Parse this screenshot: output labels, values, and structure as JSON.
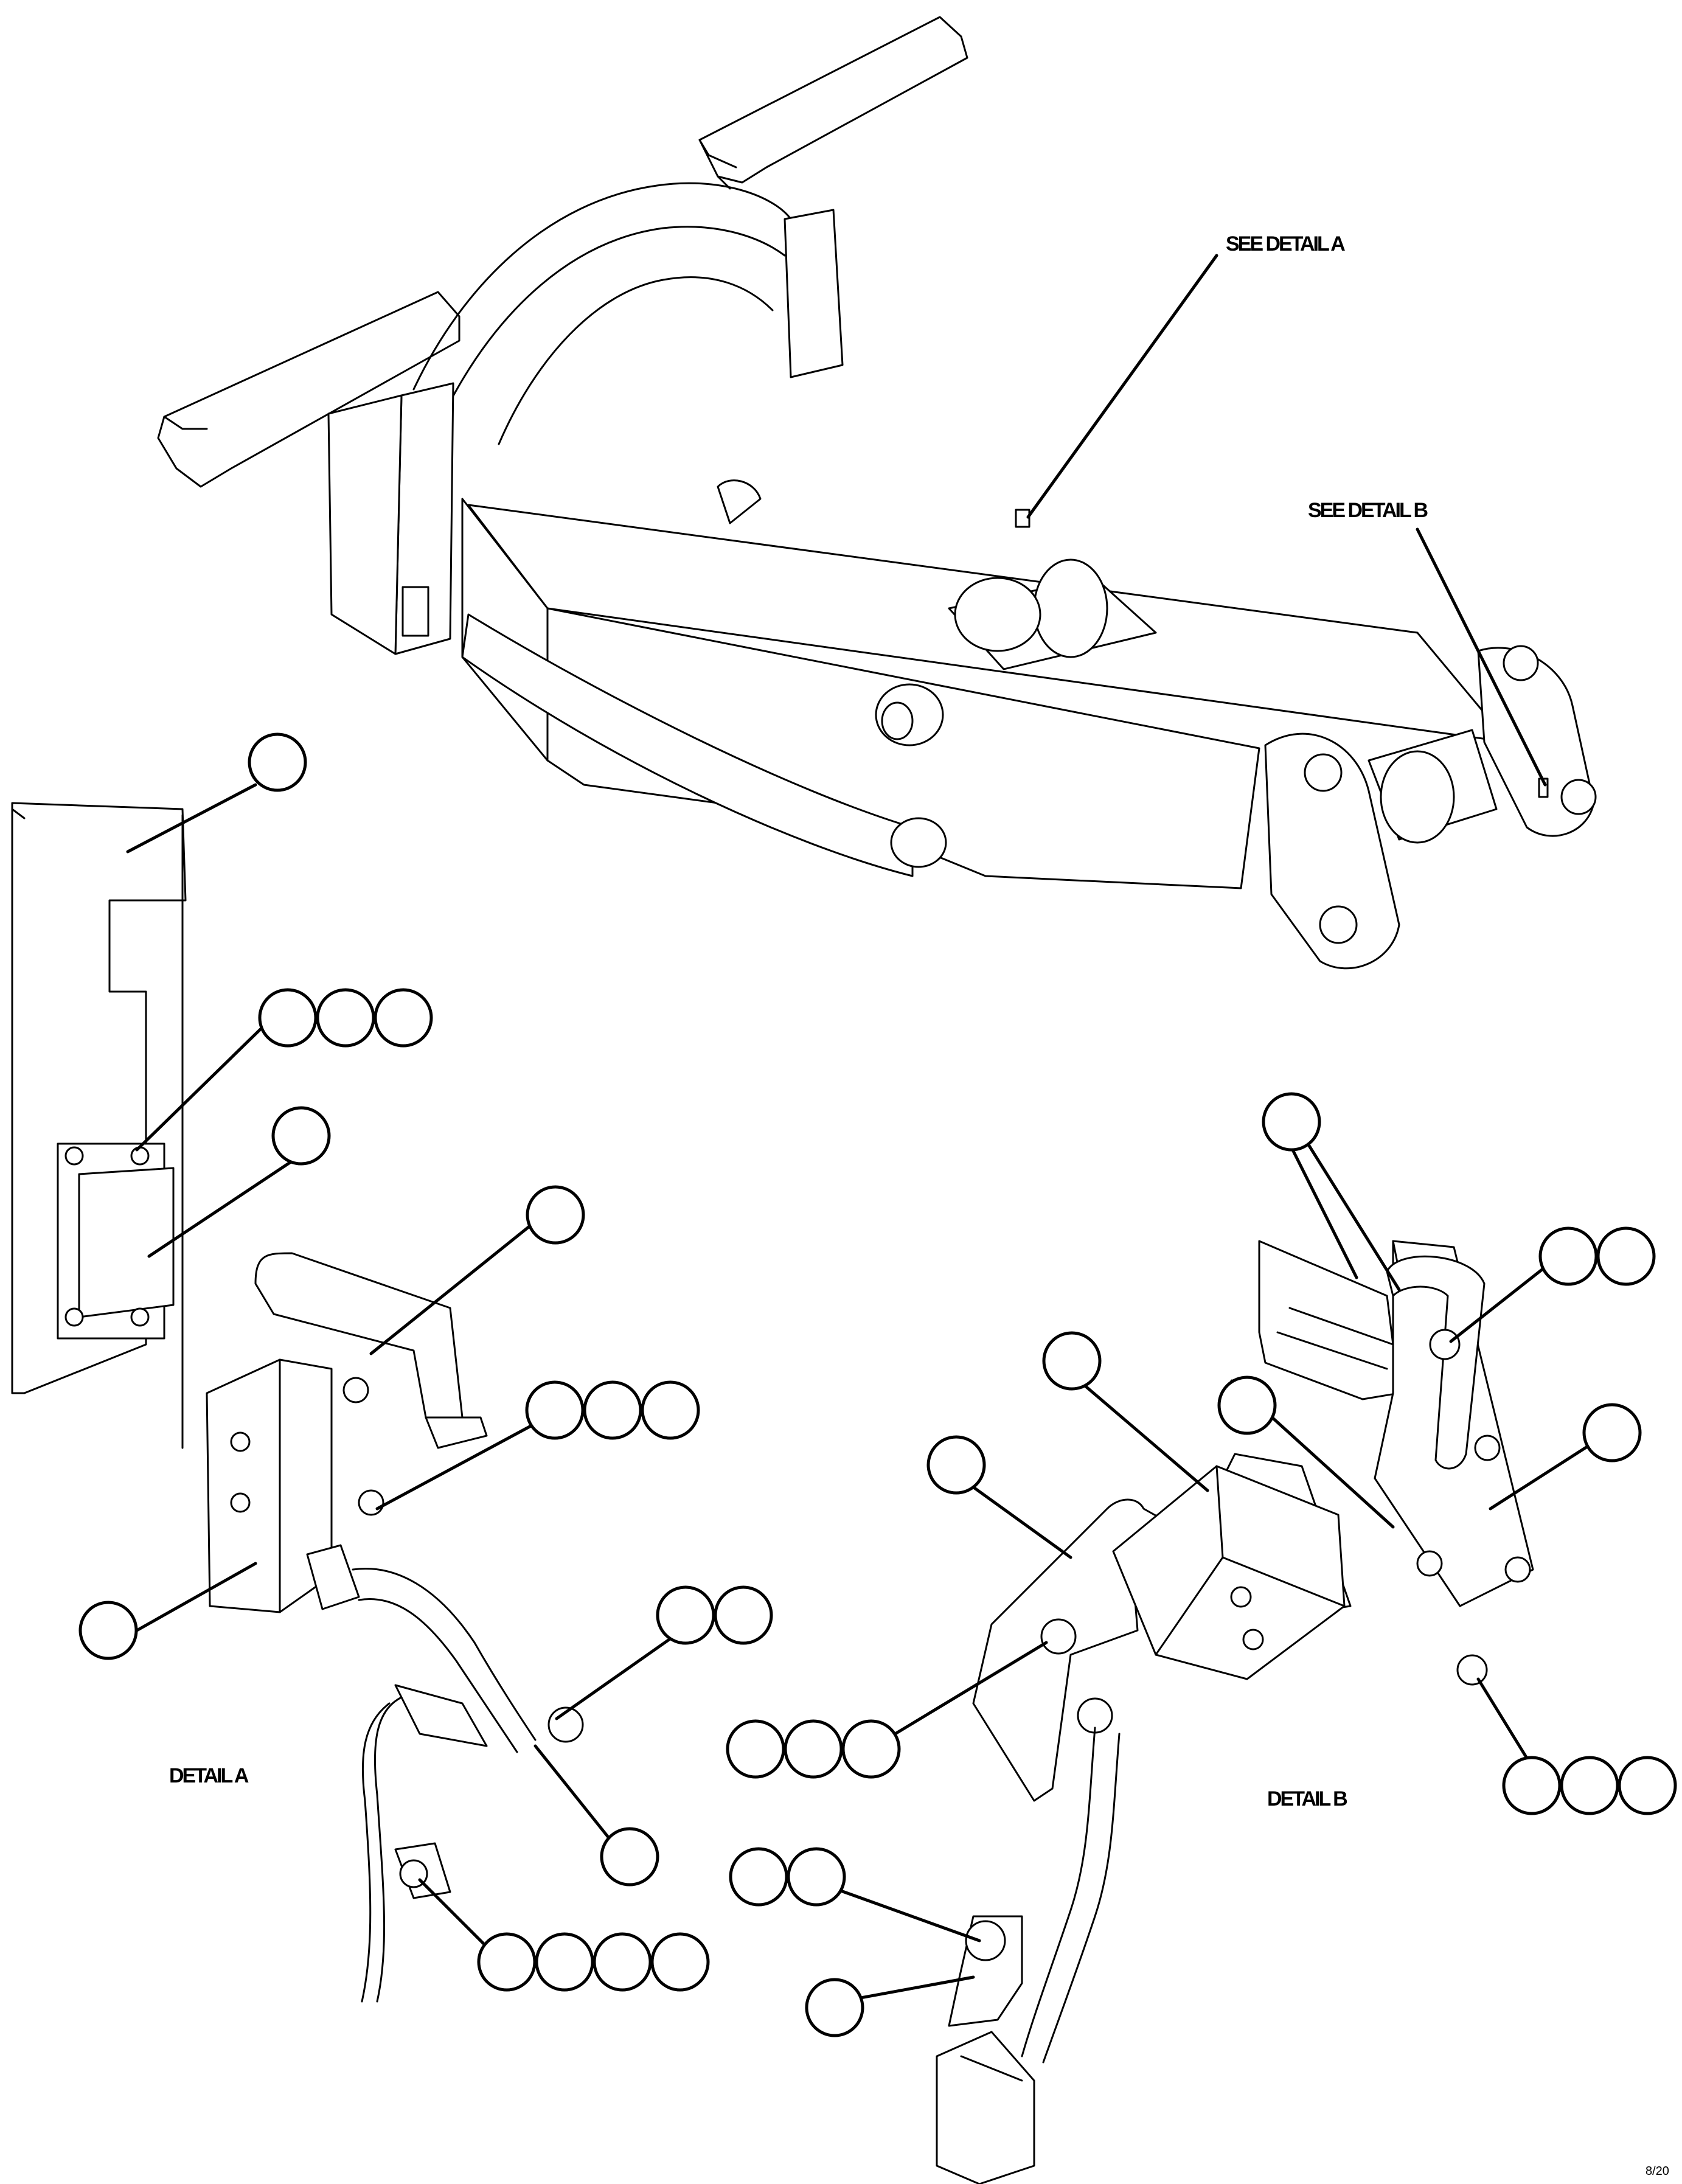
{
  "labels": {
    "see_detail_a": "SEE DETAIL A",
    "see_detail_b": "SEE DETAIL B",
    "detail_a": "DETAIL A",
    "detail_b": "DETAIL B",
    "figure_code": "8/20"
  }
}
